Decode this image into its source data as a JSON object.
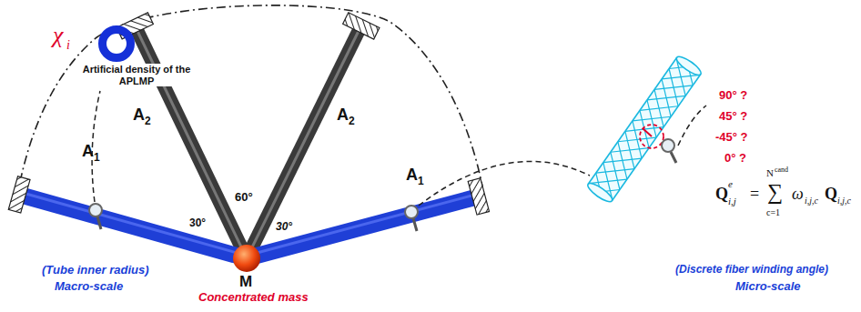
{
  "diagram": {
    "labels": [
      "χ",
      "i",
      "Artificial density of the APLMP",
      "A",
      "1",
      "A",
      "2",
      "A",
      "2",
      "A",
      "1",
      "30°",
      "60°",
      "30°",
      "M",
      "Concentrated mass",
      "(Tube inner radius)",
      "Macro-scale",
      "90° ?",
      "45° ?",
      "-45° ?",
      "0° ?",
      "Q",
      "e",
      "i,j",
      "=",
      "N",
      "cand",
      "∑",
      "c=1",
      "ω",
      "i,j,c",
      "Q",
      "i,j,c",
      "(Discrete fiber winding angle)",
      "Micro-scale"
    ]
  }
}
